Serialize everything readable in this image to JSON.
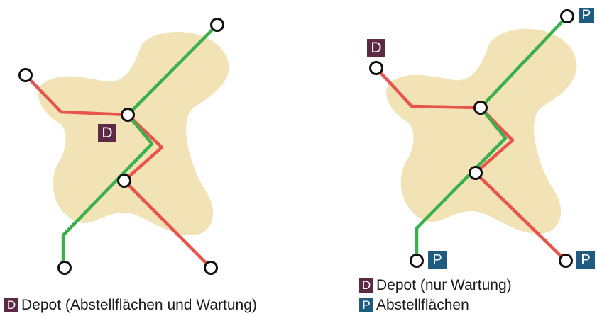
{
  "colors": {
    "area": "#f1e3b6",
    "line_red": "#e8534c",
    "line_green": "#3ab04a",
    "depot_badge": "#5c2a45",
    "parking_badge": "#1f5a80",
    "station_fill": "#ffffff",
    "station_stroke": "#111111"
  },
  "badges": {
    "depot_letter": "D",
    "parking_letter": "P"
  },
  "legend": {
    "left_depot": "Depot (Abstellflächen und Wartung)",
    "right_depot": "Depot (nur Wartung)",
    "right_parking": "Abstellflächen"
  }
}
